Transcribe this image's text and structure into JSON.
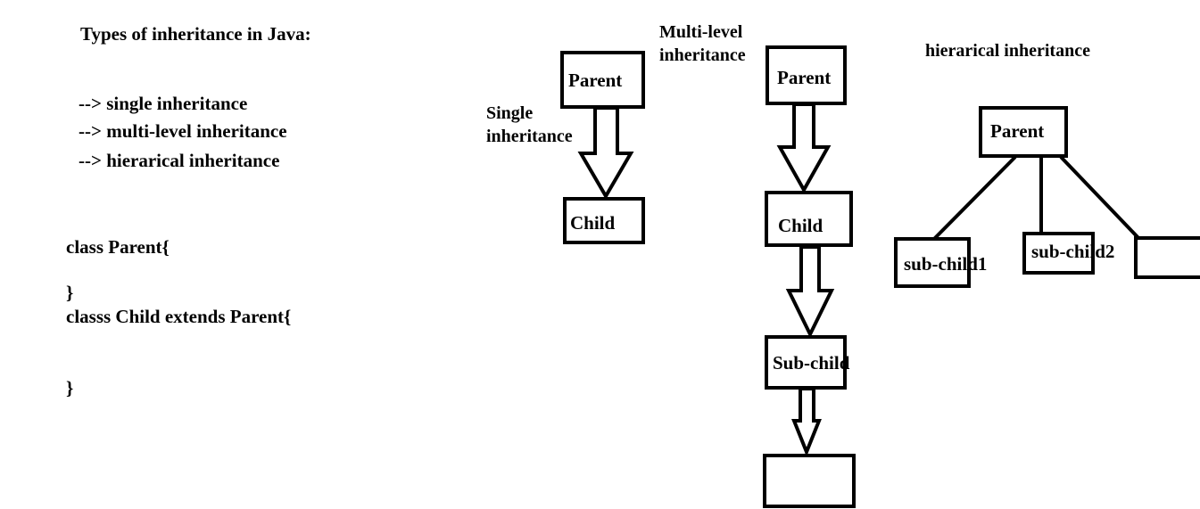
{
  "notes": {
    "title": "Types of inheritance in Java:",
    "items": [
      "--> single inheritance",
      "--> multi-level inheritance",
      "--> hierarical inheritance"
    ],
    "code": [
      "class Parent{",
      "}",
      "classs Child extends Parent{",
      "}"
    ]
  },
  "single": {
    "title": [
      "Single",
      "inheritance"
    ],
    "parent": "Parent",
    "child": "Child"
  },
  "multilevel": {
    "title": [
      "Multi-level",
      "inheritance"
    ],
    "parent": "Parent",
    "child": "Child",
    "subchild": "Sub-child"
  },
  "hierarchical": {
    "title": "hierarical inheritance",
    "parent": "Parent",
    "child1": "sub-child1",
    "child2": "sub-child2"
  },
  "colors": {
    "stroke": "#000000",
    "background": "#ffffff"
  }
}
